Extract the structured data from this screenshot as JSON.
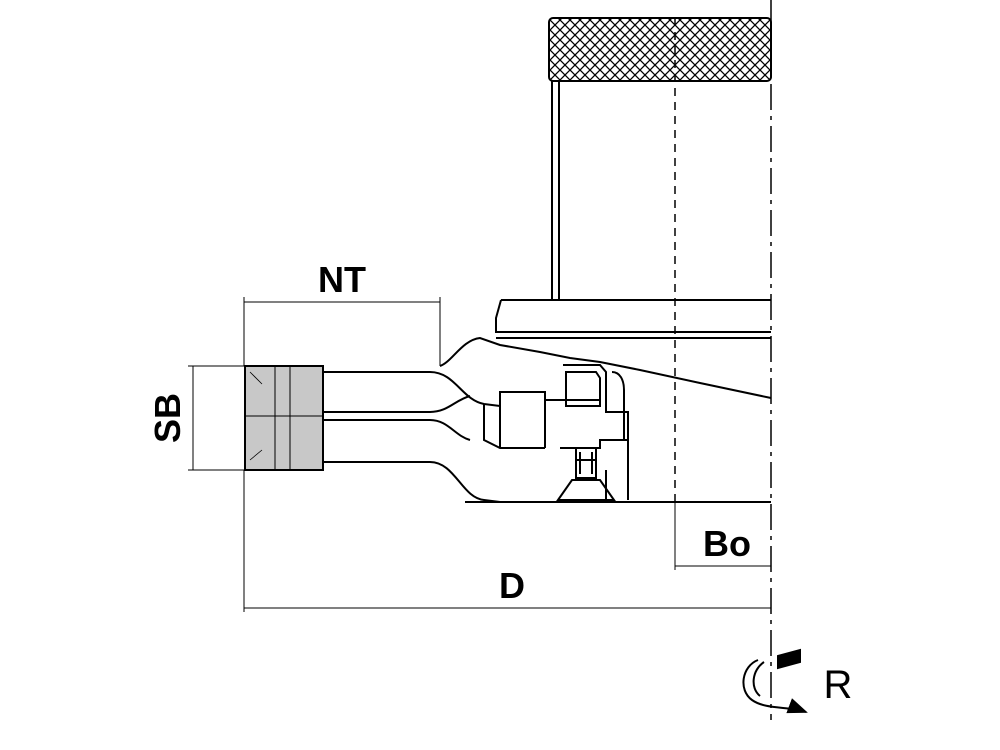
{
  "labels": {
    "nt": "NT",
    "sb": "SB",
    "bo": "Bo",
    "d": "D",
    "r": "R"
  },
  "colors": {
    "line": "#000000",
    "knife_fill": "#c8c8c8",
    "background": "#ffffff"
  }
}
